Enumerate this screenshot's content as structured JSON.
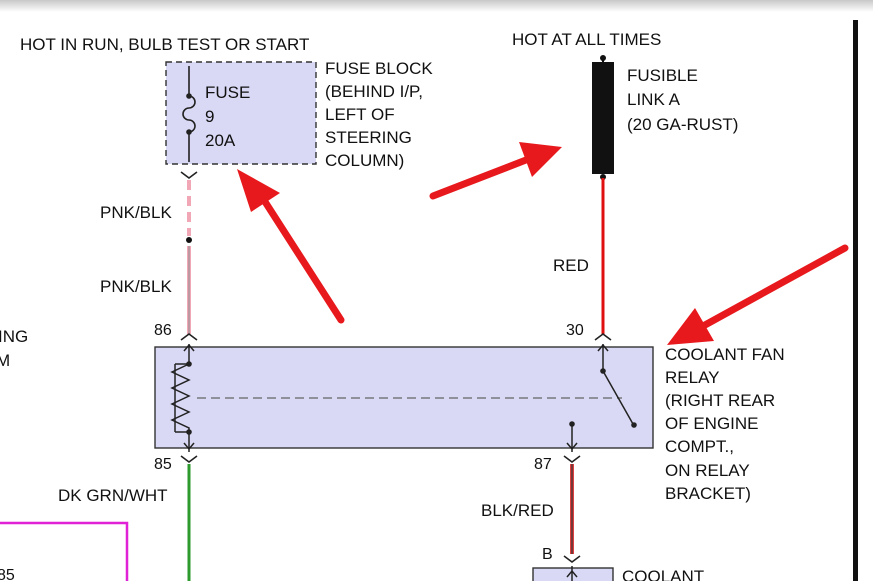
{
  "power_sources": {
    "run": "HOT IN RUN, BULB TEST OR START",
    "always": "HOT AT ALL TIMES"
  },
  "fuse": {
    "label": "FUSE",
    "number": "9",
    "rating": "20A"
  },
  "fuse_block": {
    "lines": [
      "FUSE BLOCK",
      "(BEHIND I/P,",
      "LEFT OF",
      "STEERING",
      "COLUMN)"
    ]
  },
  "fusible_link": {
    "lines": [
      "FUSIBLE",
      "LINK A",
      "(20 GA-RUST)"
    ]
  },
  "wires": {
    "upper_left": "PNK/BLK",
    "lower_left": "PNK/BLK",
    "supply": "RED",
    "ground_side": "DK GRN/WHT",
    "output": "BLK/RED"
  },
  "pins": {
    "p86": "86",
    "p30": "30",
    "p85": "85",
    "p87": "87",
    "b": "B"
  },
  "relay": {
    "lines": [
      "COOLANT FAN",
      "RELAY",
      "(RIGHT REAR",
      "OF ENGINE",
      "COMPT.,",
      "ON RELAY",
      "BRACKET)"
    ]
  },
  "cut_off": {
    "left_top": "ING",
    "left_bottom": "M",
    "bottom_left": "85",
    "bottom_right": "COOLANT"
  },
  "colors": {
    "box_fill": "#d9d9f5",
    "arrow": "#e8191d",
    "red_wire": "#e01010",
    "pink_wire": "#f1a7b5",
    "green_wire": "#2c9a2c",
    "magenta_box": "#e021d6"
  }
}
